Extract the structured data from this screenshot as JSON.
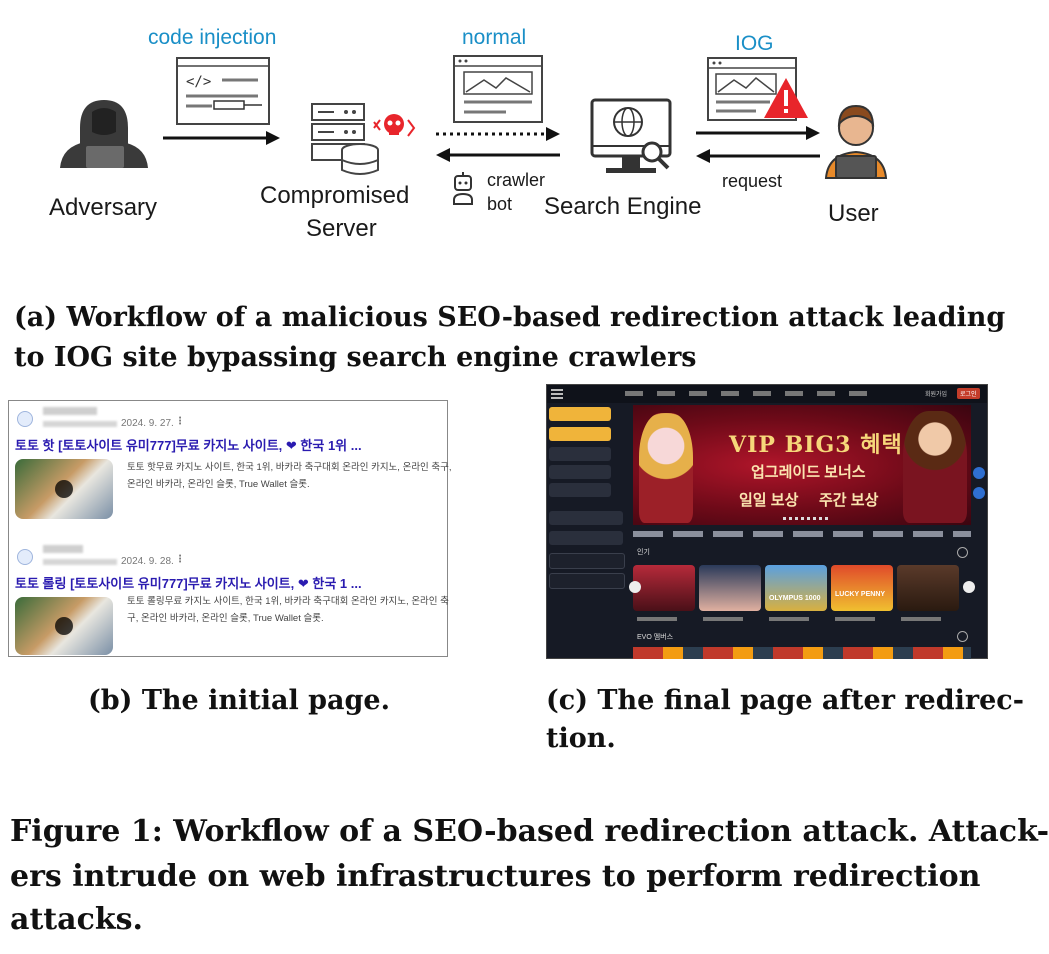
{
  "workflow": {
    "nodes": {
      "adversary": "Adversary",
      "server_line1": "Compromised",
      "server_line2": "Server",
      "search_engine": "Search Engine",
      "user": "User"
    },
    "edges": {
      "code_injection": "code injection",
      "normal": "normal",
      "iog": "IOG",
      "crawler_line1": "crawler",
      "crawler_line2": "bot",
      "request": "request"
    },
    "colors": {
      "accent": "#1a8fc7",
      "warning": "#e8252b",
      "icon_dark": "#3a3a3a"
    }
  },
  "captions": {
    "a_line1": "(a) Workflow of a malicious SEO-based redirection attack leading",
    "a_line2": "to IOG site bypassing search engine crawlers",
    "b": "(b) The initial page.",
    "c_line1": "(c) The final page after redirec-",
    "c_line2": "tion.",
    "fig_line1": "Figure 1: Workflow of a SEO-based redirection attack. Attack-",
    "fig_line2": "ers intrude on web infrastructures to perform redirection",
    "fig_line3": "attacks."
  },
  "initial_page": {
    "results": [
      {
        "date": "2024. 9. 27.",
        "title": "토토 핫 [토토사이트 유미777]무료 카지노 사이트, ❤ 한국 1위 ...",
        "desc_line1": "토토 핫무료 카지노 사이트, 한국 1위, 바카라 축구대회 온라인 카지노, 온라인 축구,",
        "desc_line2": "온라인 바카라, 온라인 슬롯, True Wallet 슬롯."
      },
      {
        "date": "2024. 9. 28.",
        "title": "토토 롤링 [토토사이트 유미777]무료 카지노 사이트, ❤ 한국 1 ...",
        "desc_line1": "토토 롤링무료 카지노 사이트, 한국 1위, 바카라 축구대회 온라인 카지노, 온라인 축",
        "desc_line2": "구, 온라인 바카라, 온라인 슬롯, True Wallet 슬롯."
      }
    ],
    "more_icon": "more-vert-icon"
  },
  "final_page": {
    "banner_title": "VIP BIG3 혜택",
    "banner_sub": "업그레이드 보너스",
    "banner_sub2a": "일일 보상",
    "banner_sub2b": "주간 보상",
    "section_popular": "인기",
    "section_evo": "EVO 멤버스",
    "game_olympus": "OLYMPUS 1000",
    "game_lucky": "LUCKY PENNY",
    "login": "로그인",
    "signup": "회원가입"
  }
}
